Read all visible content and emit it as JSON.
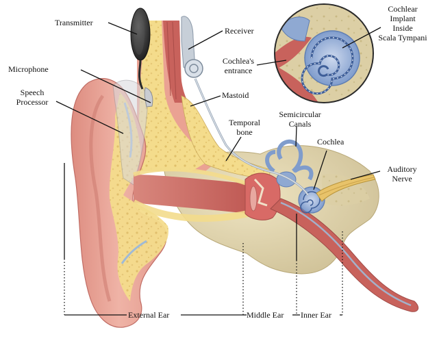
{
  "labels": {
    "transmitter": "Transmitter",
    "receiver": "Receiver",
    "microphone": "Microphone",
    "speech_processor_1": "Speech",
    "speech_processor_2": "Processor",
    "cochleas_entrance_1": "Cochlea's",
    "cochleas_entrance_2": "entrance",
    "mastoid": "Mastoid",
    "temporal_bone_1": "Temporal",
    "temporal_bone_2": "bone",
    "semicircular_canals_1": "Semicircular",
    "semicircular_canals_2": "Canals",
    "cochlea": "Cochlea",
    "auditory_nerve_1": "Auditory",
    "auditory_nerve_2": "Nerve",
    "cochlear_implant_1": "Cochlear",
    "cochlear_implant_2": "Implant",
    "cochlear_implant_3": "Inside",
    "cochlear_implant_4": "Scala Tympani"
  },
  "regions": {
    "external_ear": "External Ear",
    "middle_ear": "Middle Ear",
    "inner_ear": "Inner Ear"
  },
  "colors": {
    "skin": "#e9a79b",
    "skin_dark": "#c9706a",
    "canal": "#c8665e",
    "fat": "#f6df8f",
    "bone": "#e2d7b3",
    "implant_blue": "#9cb7d8",
    "device_dark": "#2b2b2b"
  }
}
